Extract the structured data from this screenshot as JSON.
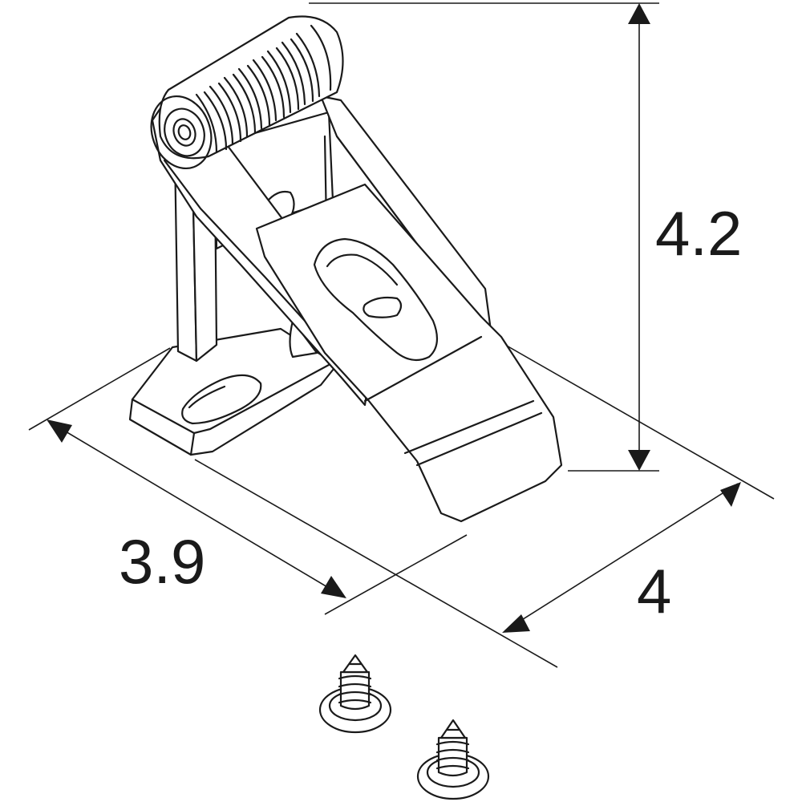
{
  "dimensions": {
    "height_label": "4.2",
    "length_label": "3.9",
    "width_label": "4"
  },
  "colors": {
    "line": "#1a1a1a",
    "background": "#ffffff"
  }
}
